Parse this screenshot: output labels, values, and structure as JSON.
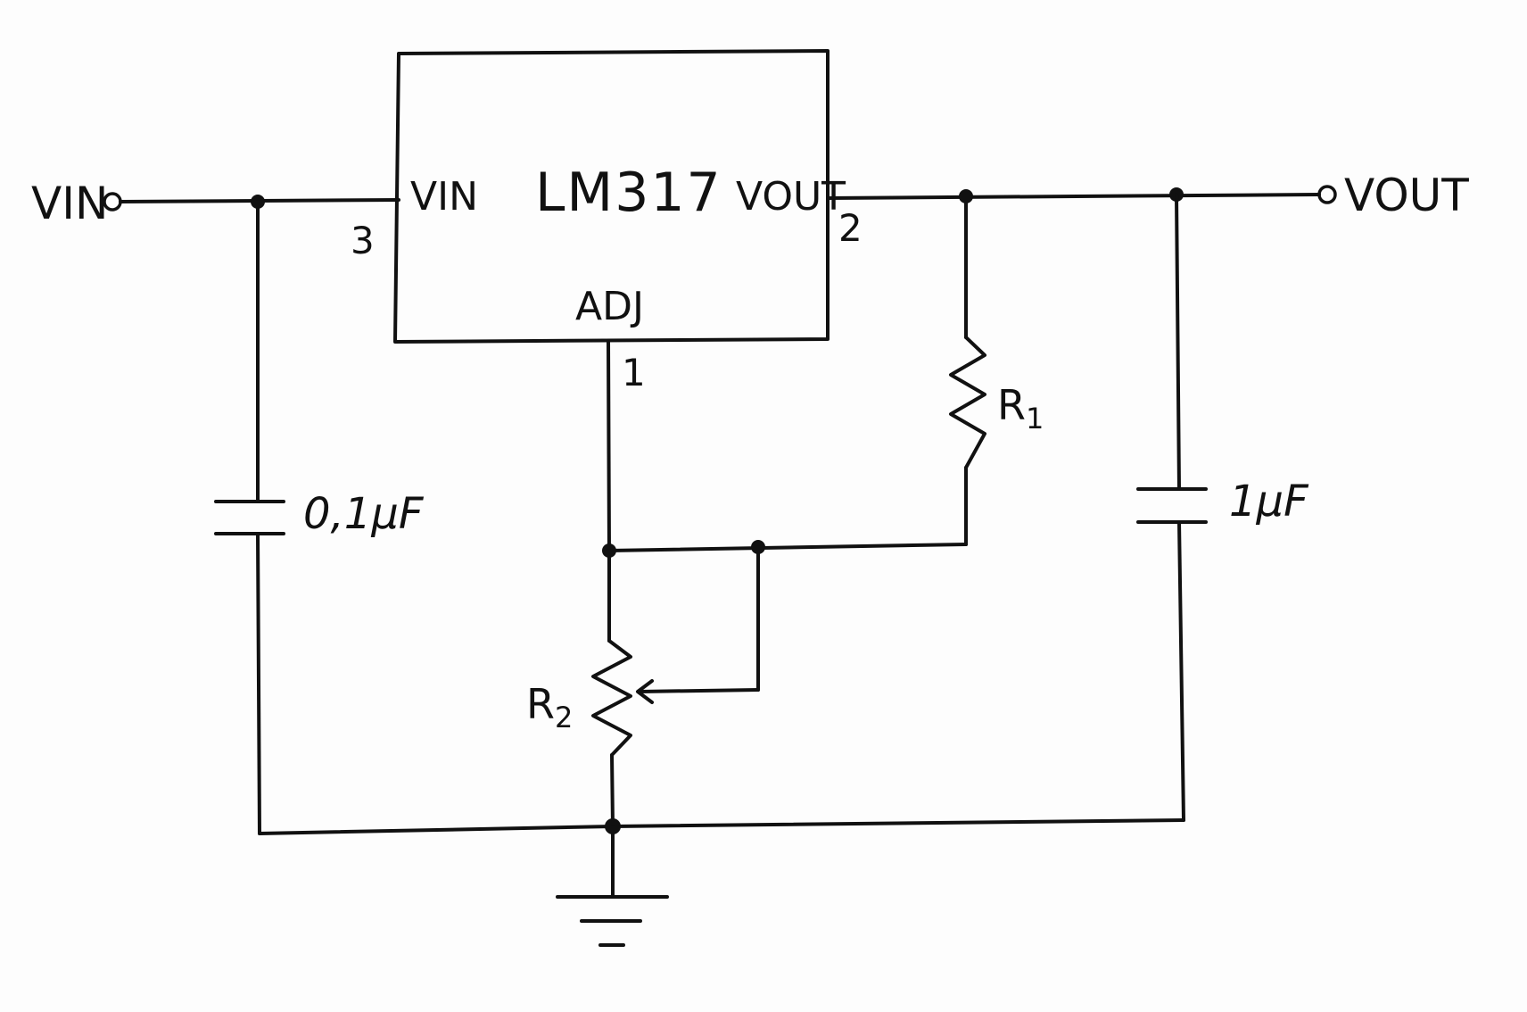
{
  "ic": {
    "part": "LM317",
    "pin_vin_name": "VIN",
    "pin_vout_name": "VOUT",
    "pin_adj_name": "ADJ",
    "pin_vin_num": "3",
    "pin_vout_num": "2",
    "pin_adj_num": "1"
  },
  "terminals": {
    "input": "VIN",
    "output": "VOUT"
  },
  "components": {
    "c_in": "0,1µF",
    "c_out": "1µF",
    "r1": {
      "letter": "R",
      "sub": "1"
    },
    "r2": {
      "letter": "R",
      "sub": "2"
    }
  },
  "colors": {
    "ink": "#111111",
    "paper": "#fdfdfd"
  }
}
